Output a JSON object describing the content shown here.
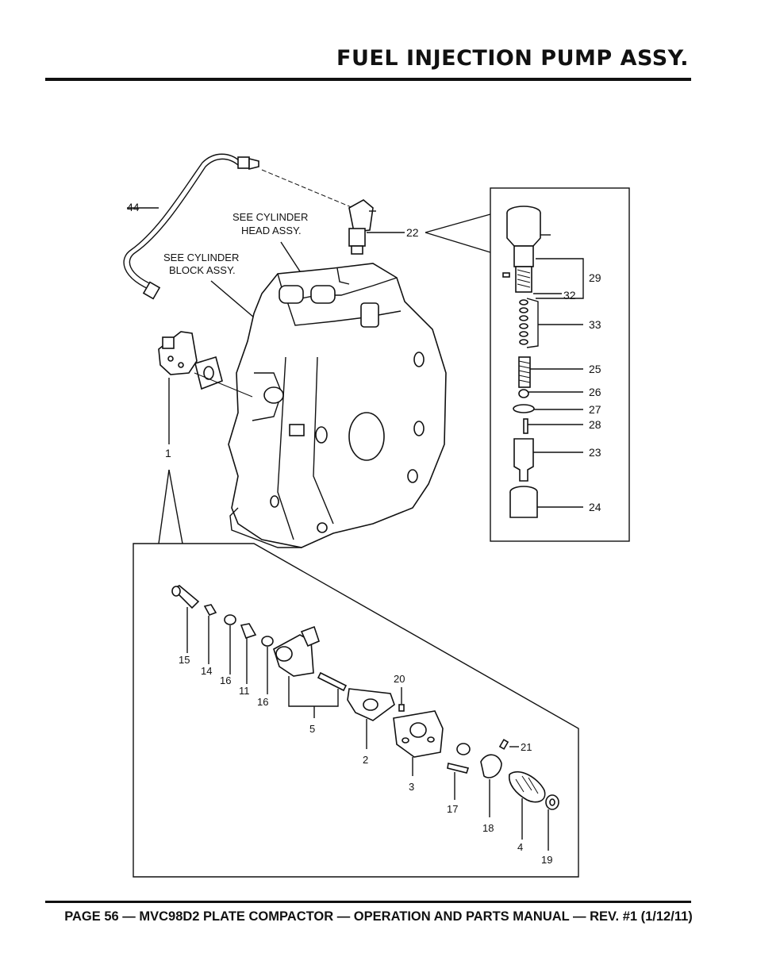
{
  "header": {
    "title": "FUEL INJECTION PUMP ASSY."
  },
  "notes": {
    "cylinder_head_line1": "SEE CYLINDER",
    "cylinder_head_line2": "HEAD ASSY.",
    "cylinder_block_line1": "SEE CYLINDER",
    "cylinder_block_line2": "BLOCK ASSY."
  },
  "callouts": {
    "c44": "44",
    "c22": "22",
    "c1": "1",
    "c29": "29",
    "c32": "32",
    "c33": "33",
    "c25": "25",
    "c26": "26",
    "c27": "27",
    "c28": "28",
    "c23": "23",
    "c24": "24",
    "c15": "15",
    "c14": "14",
    "c16a": "16",
    "c11": "11",
    "c16b": "16",
    "c5": "5",
    "c20": "20",
    "c2": "2",
    "c3": "3",
    "c21": "21",
    "c17": "17",
    "c18": "18",
    "c4": "4",
    "c19": "19"
  },
  "footer": {
    "text": "PAGE 56 — MVC98D2 PLATE COMPACTOR — OPERATION AND PARTS MANUAL — REV. #1 (1/12/11)"
  }
}
